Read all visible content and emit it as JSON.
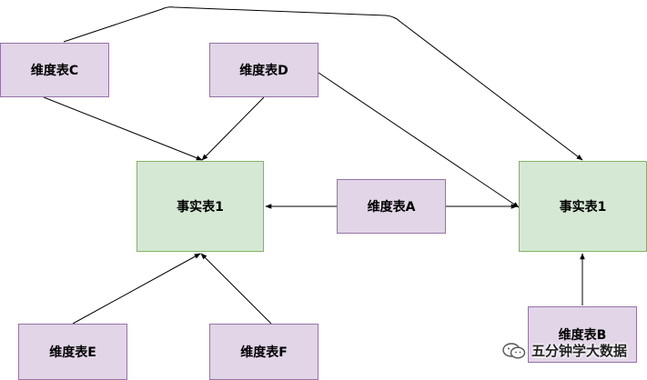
{
  "diagram": {
    "nodes": {
      "dim_c": "维度表C",
      "dim_d": "维度表D",
      "fact_1_left": "事实表1",
      "dim_a": "维度表A",
      "fact_1_right": "事实表1",
      "dim_e": "维度表E",
      "dim_f": "维度表F",
      "dim_b": "维度表B"
    },
    "edges": [
      {
        "from": "dim_c",
        "to": "fact_1_left"
      },
      {
        "from": "dim_d",
        "to": "fact_1_left"
      },
      {
        "from": "dim_a",
        "to": "fact_1_left"
      },
      {
        "from": "dim_e",
        "to": "fact_1_left"
      },
      {
        "from": "dim_f",
        "to": "fact_1_left"
      },
      {
        "from": "dim_c",
        "to": "fact_1_right"
      },
      {
        "from": "dim_d",
        "to": "fact_1_right"
      },
      {
        "from": "dim_a",
        "to": "fact_1_right"
      },
      {
        "from": "dim_b",
        "to": "fact_1_right"
      }
    ]
  },
  "watermark": {
    "text": "五分钟学大数据",
    "icon": "wechat-icon"
  },
  "colors": {
    "dimension_fill": "#e1d5e7",
    "dimension_stroke": "#9673a6",
    "fact_fill": "#d5e8d4",
    "fact_stroke": "#82b366",
    "edge": "#000000"
  }
}
